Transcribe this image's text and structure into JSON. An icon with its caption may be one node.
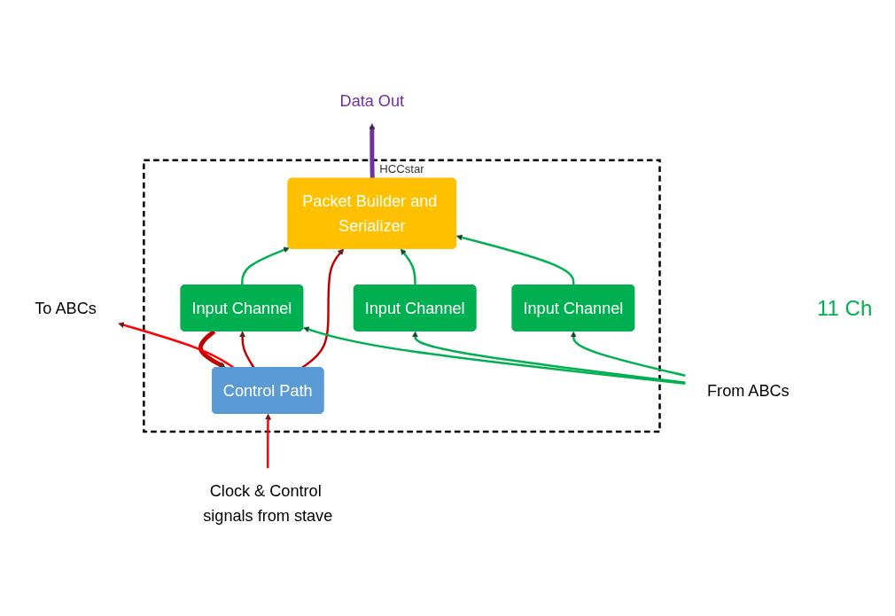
{
  "diagram": {
    "nodes": [
      {
        "text": [
          "HCCstar"
        ]
      },
      {
        "text": [
          "Packet Builder and Serializer"
        ],
        "in": 0
      },
      {
        "text": [
          "Control Path"
        ],
        "in": 0
      },
      {
        "text": [
          "Input Channel"
        ],
        "in": 0
      },
      {
        "text": [
          "Input Channel"
        ],
        "in": 0
      },
      {
        "text": [
          "Input Channel"
        ],
        "in": 0
      },
      {
        "text": [
          "Data Out"
        ]
      },
      {
        "text": [
          "Clock & Control signals from stave"
        ]
      },
      {
        "text": [
          "From ABCs"
        ]
      },
      {
        "text": [
          "To ABCs"
        ]
      }
    ],
    "edges": [
      {
        "from": 1,
        "to": 6,
        "arrow": "to",
        "style": "thick",
        "color": "#7030a0"
      },
      {
        "from": 7,
        "to": 2,
        "arrow": "to",
        "color": "#ff0000"
      },
      {
        "from": 2,
        "to": 1,
        "arrow": "to",
        "color": "#c00000"
      },
      {
        "from": 3,
        "to": 1,
        "arrow": "to"
      },
      {
        "from": 4,
        "to": 1,
        "arrow": "to"
      },
      {
        "from": 5,
        "to": 1,
        "arrow": "to"
      },
      {
        "from": 2,
        "to": 5,
        "arrow": "to",
        "color": "#c00000"
      },
      {
        "from": 5,
        "to": 2,
        "arrow": "to",
        "style": "thick",
        "color": "#c00000"
      },
      {
        "from": 8,
        "to": 3,
        "arrow": "to"
      },
      {
        "from": 8,
        "to": 4,
        "arrow": "to"
      },
      {
        "from": 8,
        "to": 5,
        "arrow": "to"
      },
      {
        "from": 2,
        "to": 9,
        "arrow": "to",
        "color": "#ff0000"
      }
    ],
    "labels": [
      "11 Ch"
    ]
  }
}
